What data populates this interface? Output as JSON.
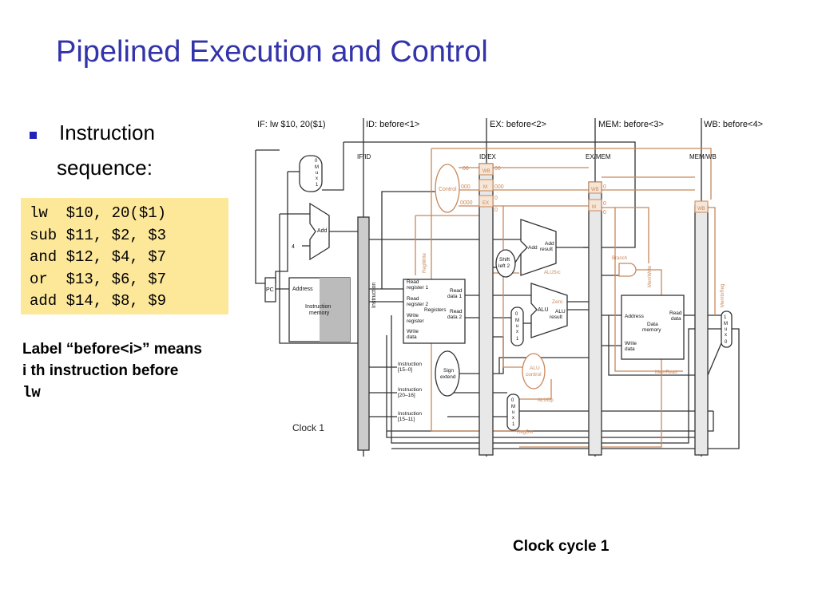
{
  "slide": {
    "title": "Pipelined Execution and Control",
    "bullet_line1": "Instruction",
    "bullet_line2": "sequence:",
    "code": [
      "lw  $10, 20($1)",
      "sub $11, $2, $3",
      "and $12, $4, $7",
      "or  $13, $6, $7",
      "add $14, $8, $9"
    ],
    "note_line1": "Label “before<i>” means",
    "note_line2": "i th instruction before",
    "note_line3": "lw",
    "clock_cycle_label": "Clock cycle 1"
  },
  "diagram": {
    "stage_headers": {
      "if": "IF: lw $10, 20($1)",
      "id": "ID: before<1>",
      "ex": "EX: before<2>",
      "mem": "MEM: before<3>",
      "wb": "WB: before<4>"
    },
    "pipeline_registers": {
      "if_id": "IF/ID",
      "id_ex": "ID/EX",
      "ex_mem": "EX/MEM",
      "mem_wb": "MEM/WB"
    },
    "clock_label": "Clock 1",
    "pc": "PC",
    "instruction_memory": {
      "address": "Address",
      "line1": "Instruction",
      "line2": "memory"
    },
    "instruction_bus": "Instruction",
    "pc_adder": {
      "label": "Add",
      "constant": "4"
    },
    "pc_mux": {
      "zero": "0",
      "m": "M",
      "u": "u",
      "x": "x",
      "one": "1"
    },
    "registers": {
      "read_reg1_a": "Read",
      "read_reg1_b": "register 1",
      "read_reg2_a": "Read",
      "read_reg2_b": "register 2",
      "write_reg_a": "Write",
      "write_reg_b": "register",
      "write_data_a": "Write",
      "write_data_b": "data",
      "read_data1_a": "Read",
      "read_data1_b": "data 1",
      "read_data2_a": "Read",
      "read_data2_b": "data 2",
      "label": "Registers"
    },
    "sign_extend": {
      "line1": "Sign",
      "line2": "extend"
    },
    "instr_fields": [
      {
        "line1": "Instruction",
        "line2": "[15–0]"
      },
      {
        "line1": "Instruction",
        "line2": "[20–16]"
      },
      {
        "line1": "Instruction",
        "line2": "[15–11]"
      }
    ],
    "control": {
      "label": "Control",
      "ctrl_values": [
        "00",
        "000",
        "0000",
        "00",
        "000",
        "0",
        "0",
        "0",
        "0",
        "0"
      ],
      "wb": "WB",
      "m": "M",
      "ex": "EX"
    },
    "branch_adder": {
      "add": "Add",
      "result_a": "Add",
      "result_b": "result"
    },
    "shift_left": {
      "line1": "Shift",
      "line2": "left 2"
    },
    "alu": {
      "label": "ALU",
      "result_a": "ALU",
      "result_b": "result",
      "zero": "Zero"
    },
    "alu_control": {
      "line1": "ALU",
      "line2": "control"
    },
    "alu_src_mux": {
      "zero": "0",
      "m": "M",
      "u": "u",
      "x": "x",
      "one": "1"
    },
    "reg_dst_mux": {
      "zero": "0",
      "m": "M",
      "u": "u",
      "x": "x",
      "one": "1"
    },
    "wb_mux": {
      "one": "1",
      "m": "M",
      "u": "u",
      "x": "x",
      "zero": "0"
    },
    "data_memory": {
      "address": "Address",
      "read_a": "Read",
      "read_b": "data",
      "mem_a": "Data",
      "mem_b": "memory",
      "write_a": "Write",
      "write_b": "data"
    },
    "signals": {
      "reg_write": "RegWrite",
      "alu_src": "ALUSrc",
      "alu_op": "ALUOp",
      "reg_dst": "RegDst",
      "branch": "Branch",
      "mem_write": "MemWrite",
      "mem_read": "MemRead",
      "mem_to_reg": "MemtoReg"
    },
    "colors": {
      "datapath": "#333333",
      "control": "#c8875a",
      "slide_title": "#3333aa",
      "code_bg": "#fde89a"
    }
  }
}
